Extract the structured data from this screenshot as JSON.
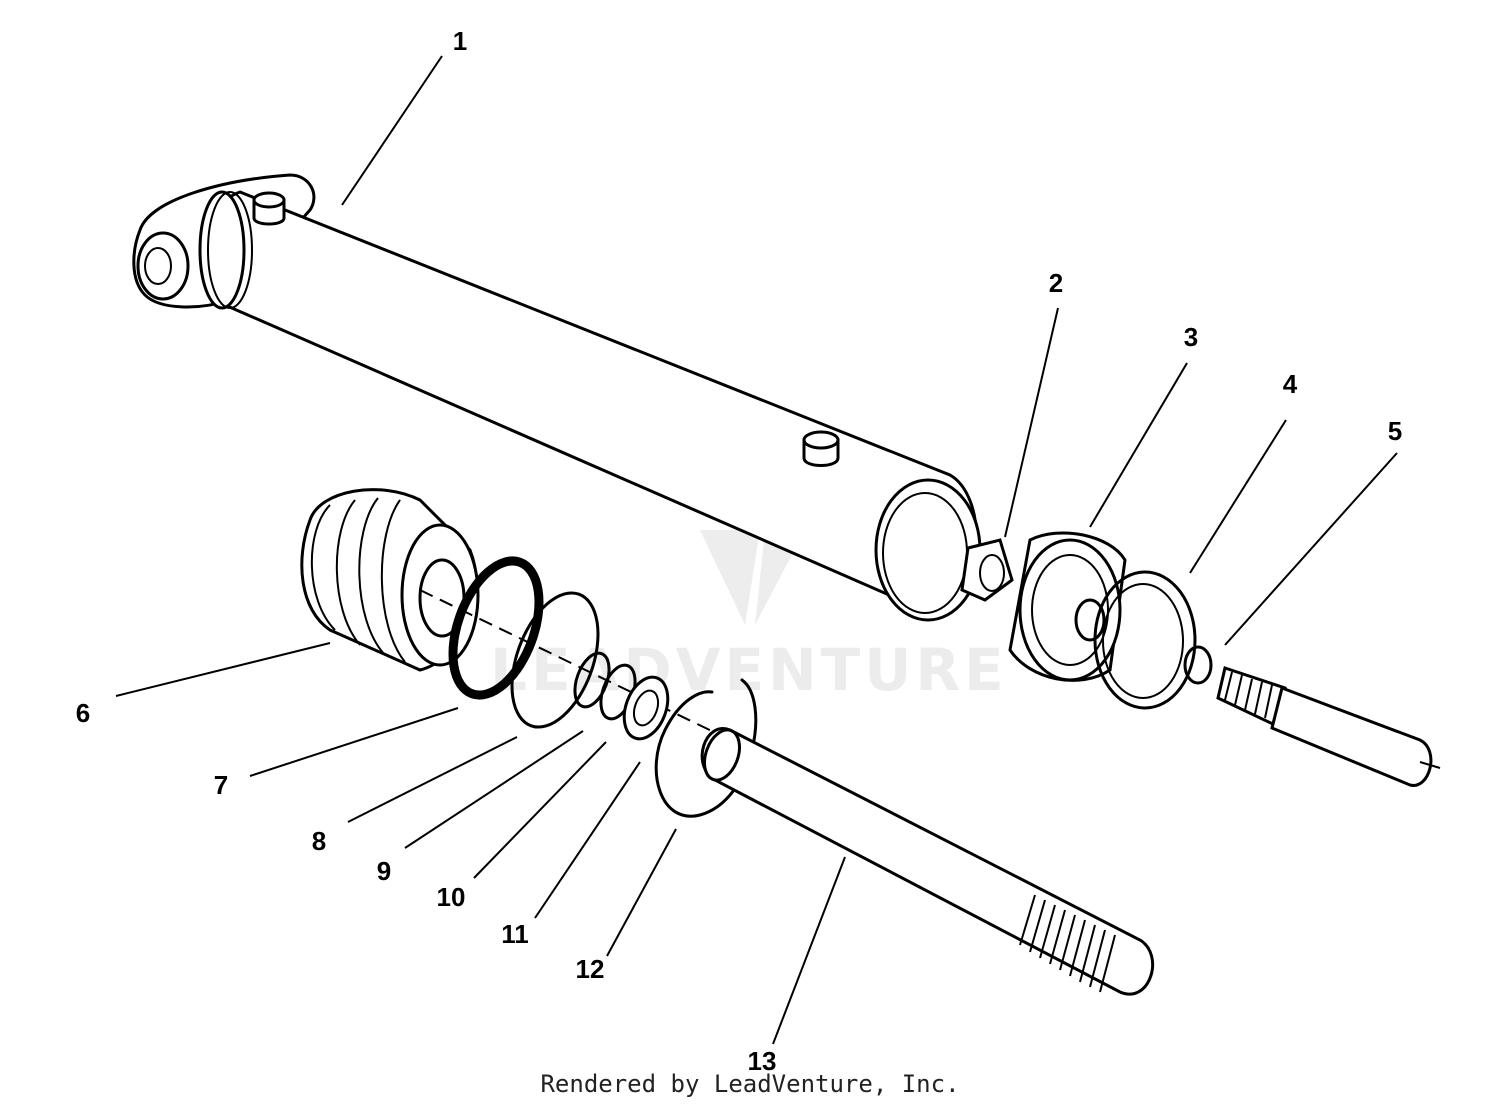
{
  "callouts": [
    {
      "id": "1",
      "label": "1"
    },
    {
      "id": "2",
      "label": "2"
    },
    {
      "id": "3",
      "label": "3"
    },
    {
      "id": "4",
      "label": "4"
    },
    {
      "id": "5",
      "label": "5"
    },
    {
      "id": "6",
      "label": "6"
    },
    {
      "id": "7",
      "label": "7"
    },
    {
      "id": "8",
      "label": "8"
    },
    {
      "id": "9",
      "label": "9"
    },
    {
      "id": "10",
      "label": "10"
    },
    {
      "id": "11",
      "label": "11"
    },
    {
      "id": "12",
      "label": "12"
    },
    {
      "id": "13",
      "label": "13"
    }
  ],
  "watermark": {
    "text": "LEADVENTURE"
  },
  "footer": {
    "text": "Rendered by LeadVenture, Inc."
  }
}
